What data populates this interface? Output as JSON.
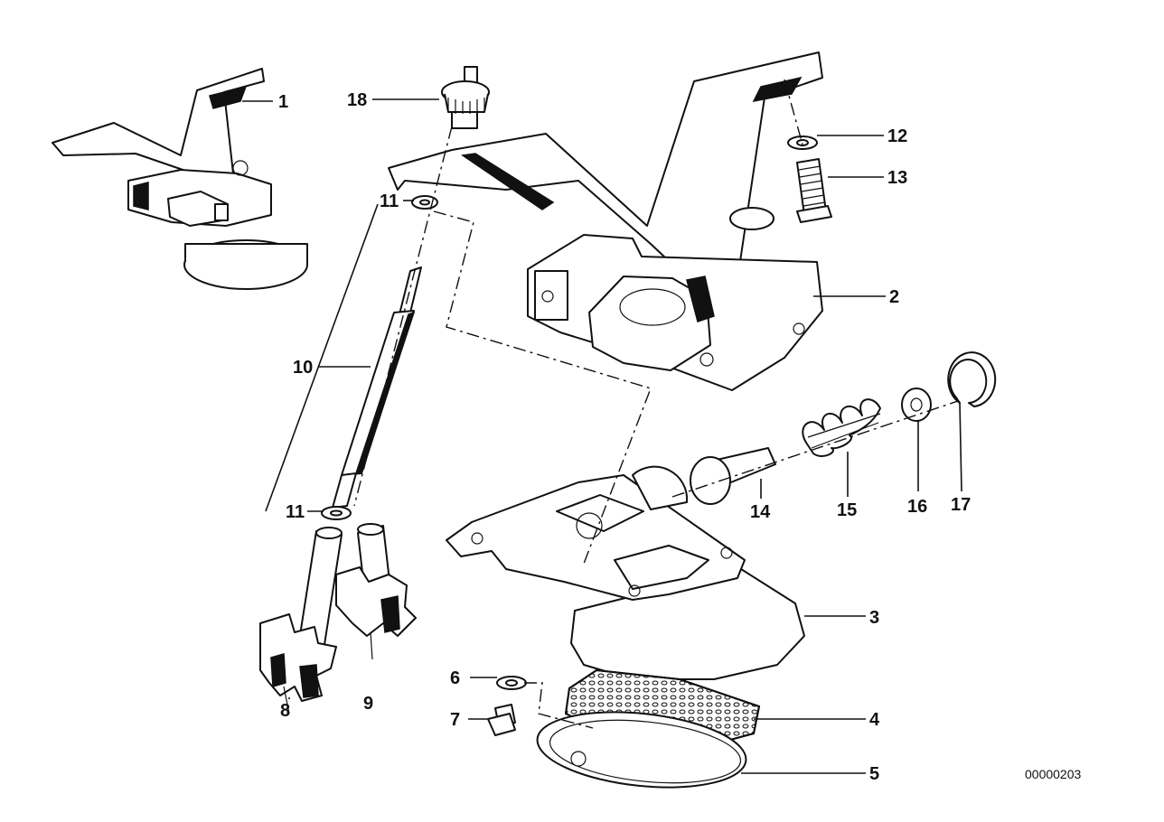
{
  "diagram": {
    "callouts": [
      {
        "id": "c1",
        "label": "1"
      },
      {
        "id": "c2",
        "label": "2"
      },
      {
        "id": "c3",
        "label": "3"
      },
      {
        "id": "c4",
        "label": "4"
      },
      {
        "id": "c5",
        "label": "5"
      },
      {
        "id": "c6",
        "label": "6"
      },
      {
        "id": "c7",
        "label": "7"
      },
      {
        "id": "c8",
        "label": "8"
      },
      {
        "id": "c9",
        "label": "9"
      },
      {
        "id": "c10",
        "label": "10"
      },
      {
        "id": "c11a",
        "label": "11"
      },
      {
        "id": "c11b",
        "label": "11"
      },
      {
        "id": "c12",
        "label": "12"
      },
      {
        "id": "c13",
        "label": "13"
      },
      {
        "id": "c14",
        "label": "14"
      },
      {
        "id": "c15",
        "label": "15"
      },
      {
        "id": "c16",
        "label": "16"
      },
      {
        "id": "c17",
        "label": "17"
      },
      {
        "id": "c18",
        "label": "18"
      }
    ],
    "reference_number": "00000203"
  }
}
